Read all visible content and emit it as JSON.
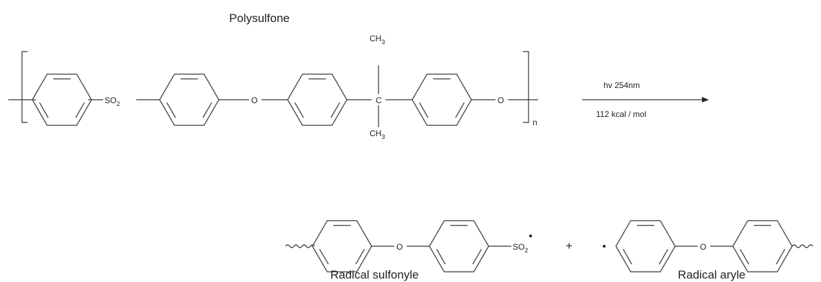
{
  "title": "Polysulfone",
  "polymer": {
    "sulfonyl_group": "SO",
    "sulfonyl_sub": "2",
    "ether": "O",
    "carbon": "C",
    "methyl": "CH",
    "methyl_sub": "3",
    "repeat_index": "n"
  },
  "reaction": {
    "condition_top": "hv  254nm",
    "condition_bottom": "112 kcal / mol"
  },
  "products": {
    "radical_sulfonyle_label": "Radical sulfonyle",
    "radical_aryle_label": "Radical aryle",
    "ether": "O",
    "sulfonyl_radical": "SO",
    "sulfonyl_radical_sub": "2",
    "plus": "+"
  }
}
